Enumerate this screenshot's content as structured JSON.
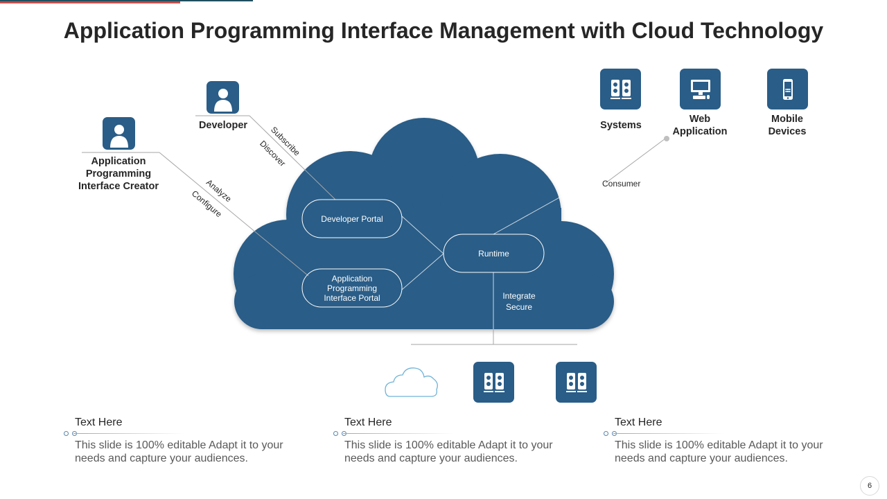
{
  "title": "Application Programming Interface Management with Cloud Technology",
  "actors": {
    "creator": "Application Programming Interface Creator",
    "developer": "Developer"
  },
  "endpoints": {
    "systems": "Systems",
    "web_application": "Web Application",
    "mobile_devices": "Mobile Devices"
  },
  "cloud_nodes": {
    "developer_portal": "Developer Portal",
    "api_portal": "Application Programming Interface Portal",
    "runtime": "Runtime"
  },
  "connectors": {
    "subscribe": "Subscribe",
    "discover": "Discover",
    "analyze": "Analyze",
    "configure": "Configure",
    "consumer": "Consumer",
    "integrate": "Integrate",
    "secure": "Secure"
  },
  "text_blocks": [
    {
      "heading": "Text Here",
      "body": "This slide is 100% editable Adapt it to your needs and capture your audiences."
    },
    {
      "heading": "Text Here",
      "body": "This slide is 100% editable Adapt it to your needs and capture your audiences."
    },
    {
      "heading": "Text Here",
      "body": "This slide is 100% editable Adapt it to your needs and capture your audiences."
    }
  ],
  "page_number": "6",
  "colors": {
    "primary": "#2a5d87",
    "accent_red": "#c0504d",
    "text": "#262626"
  }
}
